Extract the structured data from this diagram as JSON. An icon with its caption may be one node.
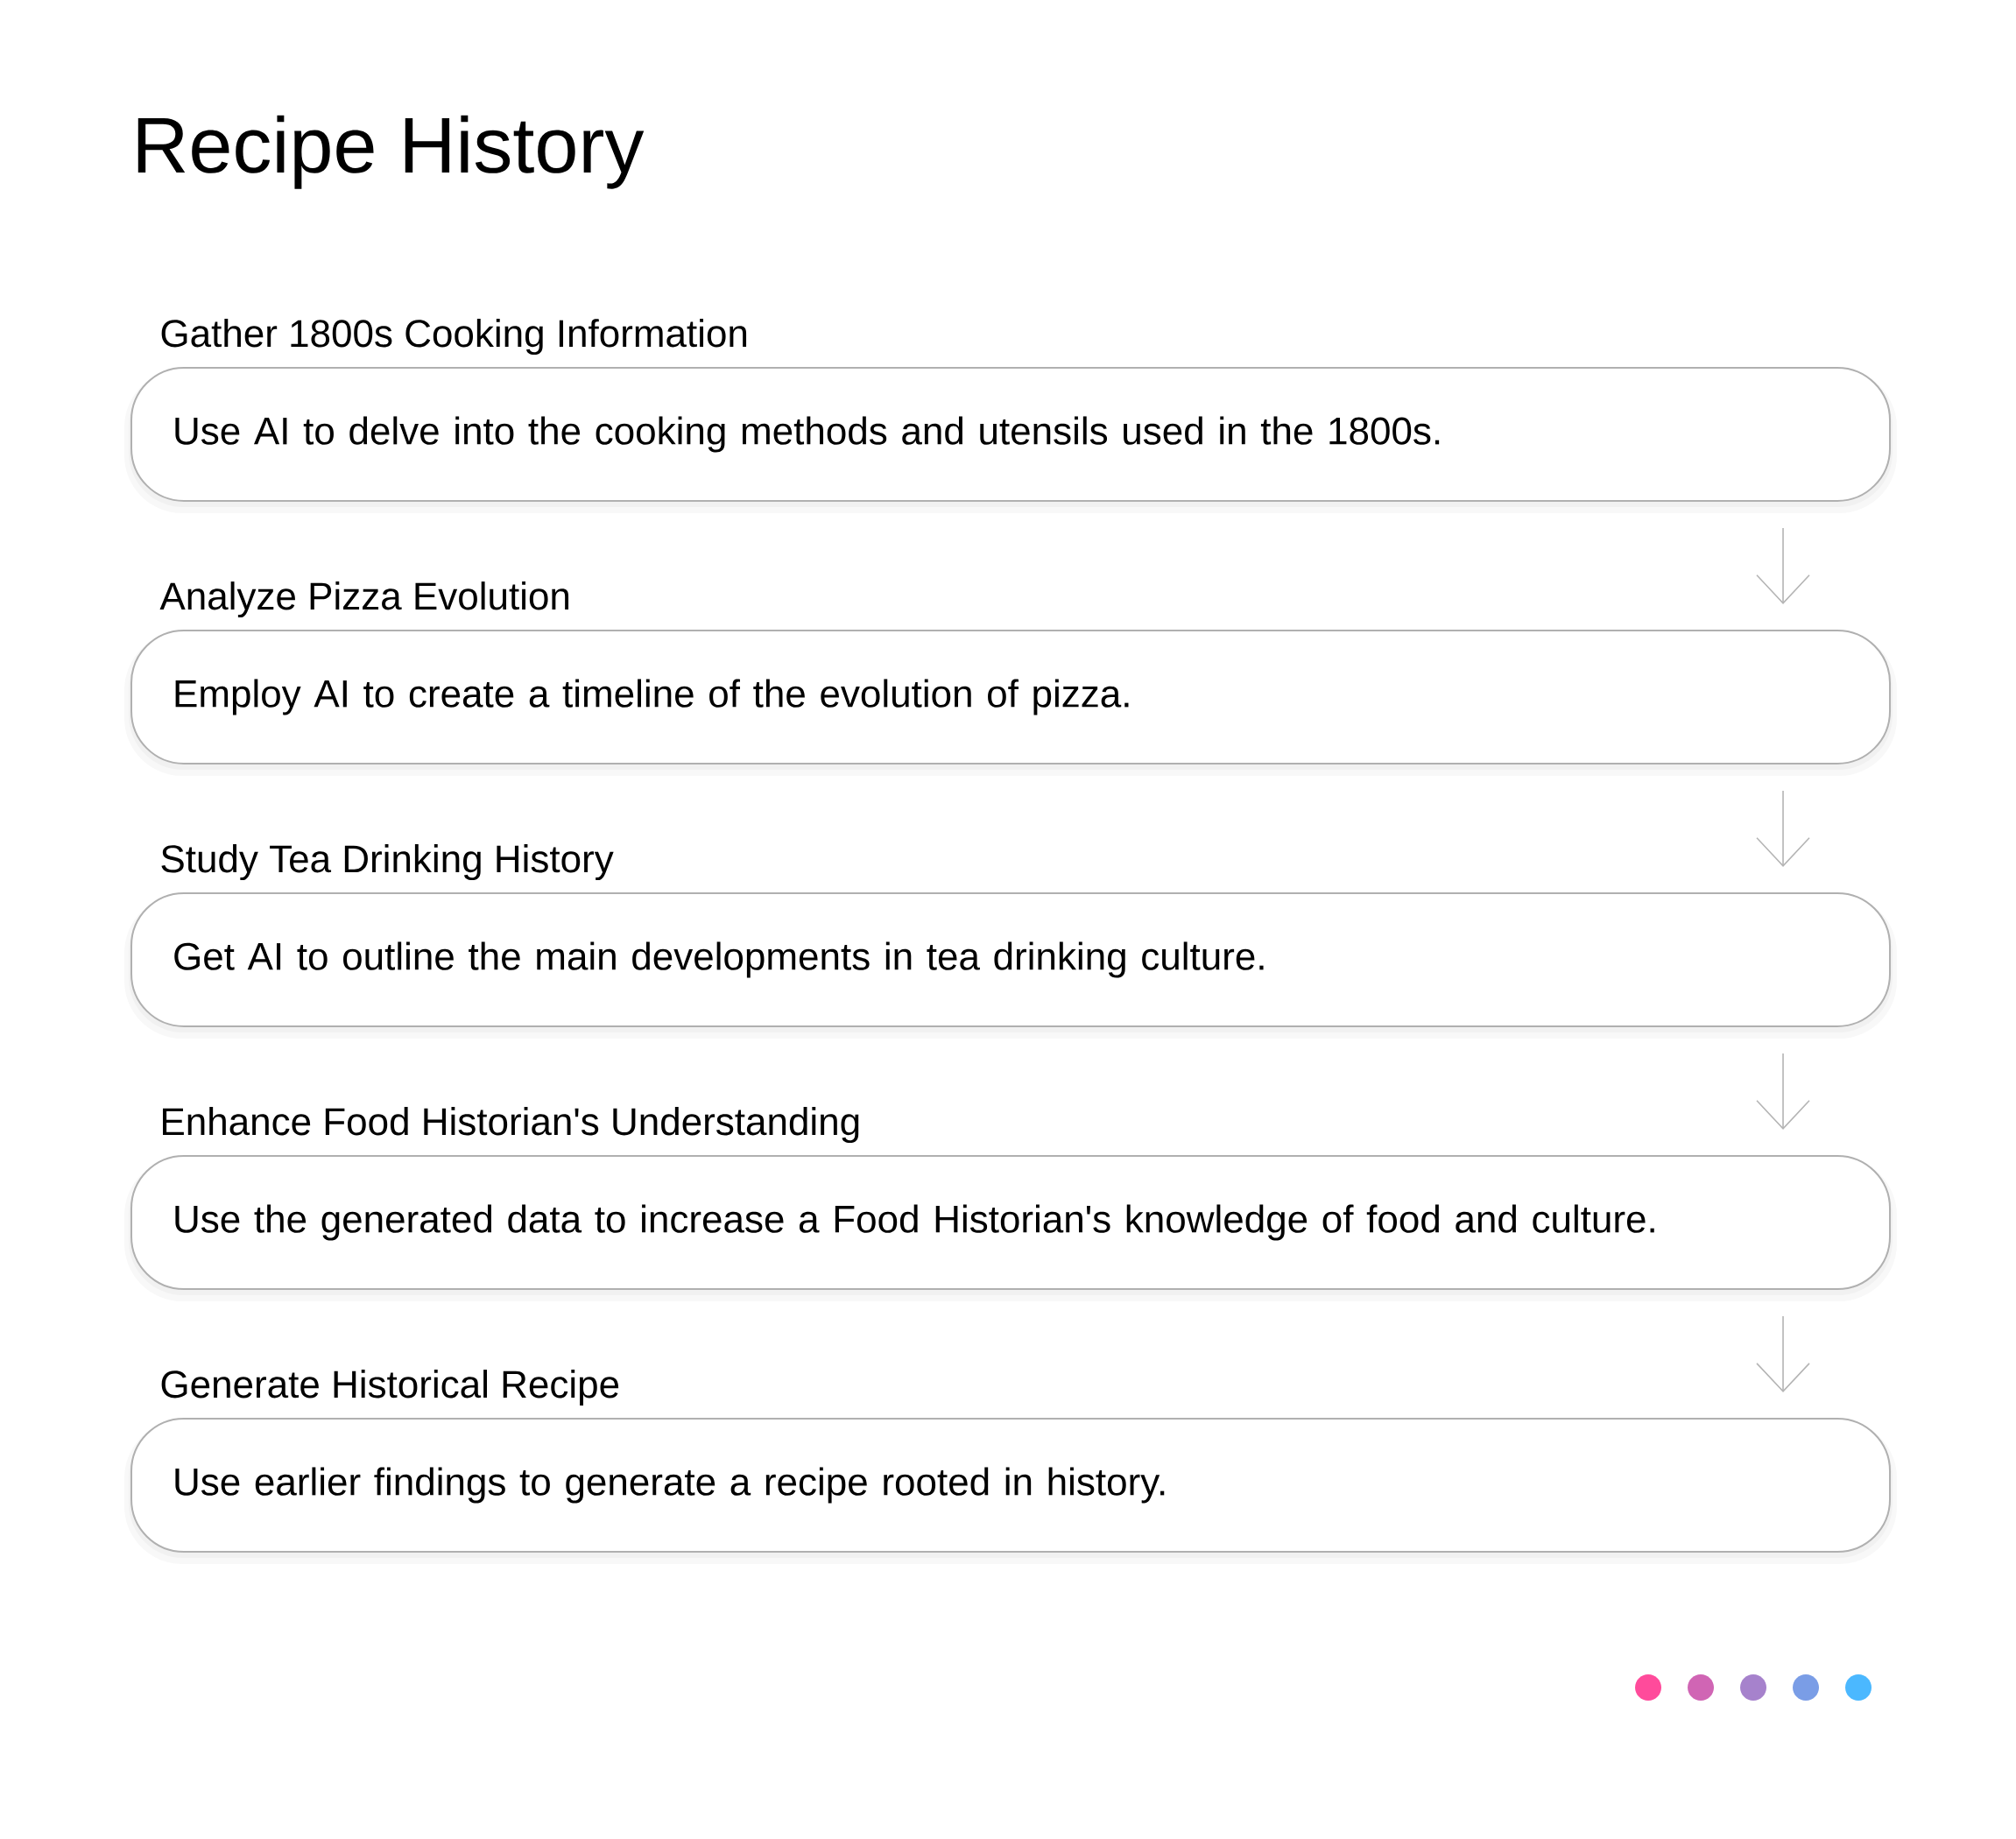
{
  "diagram": {
    "title": "Recipe History",
    "nodes": [
      {
        "text": [
          "Gather 1800s Cooking Information",
          "Use AI to delve into the cooking methods and utensils used in the 1800s."
        ]
      },
      {
        "text": [
          "Analyze Pizza Evolution",
          "Employ AI to create a timeline of the evolution of pizza."
        ]
      },
      {
        "text": [
          "Study Tea Drinking History",
          "Get AI to outline the main developments in tea drinking culture."
        ]
      },
      {
        "text": [
          "Enhance Food Historian's Understanding",
          "Use the generated data to increase a Food Historian's knowledge of food and culture."
        ]
      },
      {
        "text": [
          "Generate Historical Recipe",
          "Use earlier findings to generate a recipe rooted in history."
        ]
      }
    ],
    "edges": [
      {
        "from": 0,
        "to": 1,
        "arrow": "to"
      },
      {
        "from": 1,
        "to": 2,
        "arrow": "to"
      },
      {
        "from": 2,
        "to": 3,
        "arrow": "to"
      },
      {
        "from": 3,
        "to": 4,
        "arrow": "to"
      }
    ]
  }
}
